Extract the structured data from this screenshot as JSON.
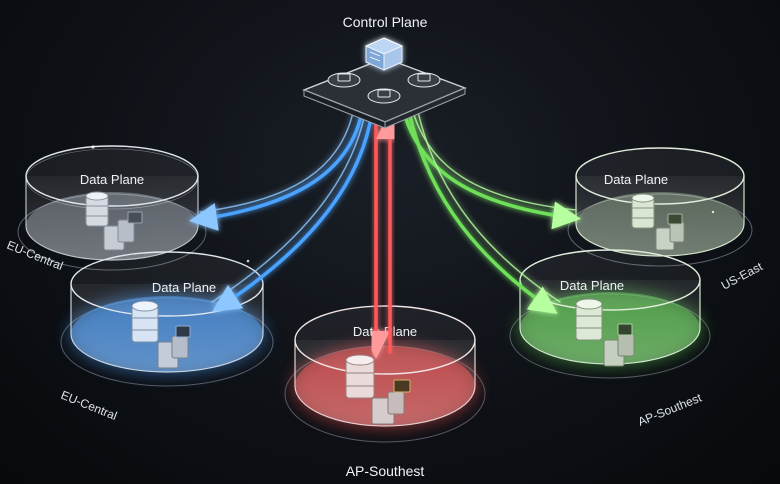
{
  "control_plane": {
    "title": "Control Plane"
  },
  "planes": [
    {
      "id": "eu-central-1",
      "title": "Data Plane",
      "region": "EU-Central",
      "color": "#c9d3e2"
    },
    {
      "id": "eu-central-2",
      "title": "Data Plane",
      "region": "EU-Central",
      "color": "#3f8ee6"
    },
    {
      "id": "ap-southest-1",
      "title": "Data Plane",
      "region": "AP-Southest",
      "color": "#e24b4b"
    },
    {
      "id": "us-east",
      "title": "Data Plane",
      "region": "US-East",
      "color": "#bfe3b4"
    },
    {
      "id": "ap-southest-2",
      "title": "Data Plane",
      "region": "AP-Southest",
      "color": "#56c24a"
    }
  ],
  "colors": {
    "blue": "#4aa3ff",
    "red": "#ff5a5a",
    "green": "#6fe05a",
    "background": "#0e1116"
  }
}
